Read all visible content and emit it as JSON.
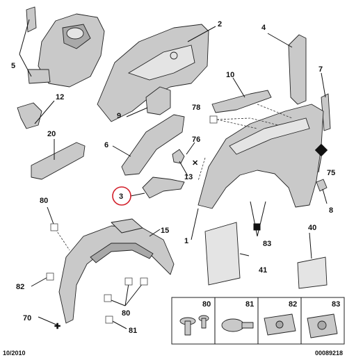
{
  "labels": {
    "l1": "1",
    "l2": "2",
    "l3": "3",
    "l4": "4",
    "l5": "5",
    "l6": "6",
    "l7": "7",
    "l8": "8",
    "l9": "9",
    "l10": "10",
    "l12": "12",
    "l13": "13",
    "l15": "15",
    "l20": "20",
    "l40": "40",
    "l41": "41",
    "l70": "70",
    "l75": "75",
    "l76": "76",
    "l78": "78",
    "l80a": "80",
    "l80b": "80",
    "l81": "81",
    "l82": "82",
    "l83": "83"
  },
  "legend": {
    "c80": "80",
    "c81": "81",
    "c82": "82",
    "c83": "83"
  },
  "footer": {
    "date": "10/2010",
    "ref": "00089218"
  },
  "colors": {
    "part": "#c9c9c9",
    "highlight_circle": "#d21f2a",
    "ink": "#111111"
  }
}
